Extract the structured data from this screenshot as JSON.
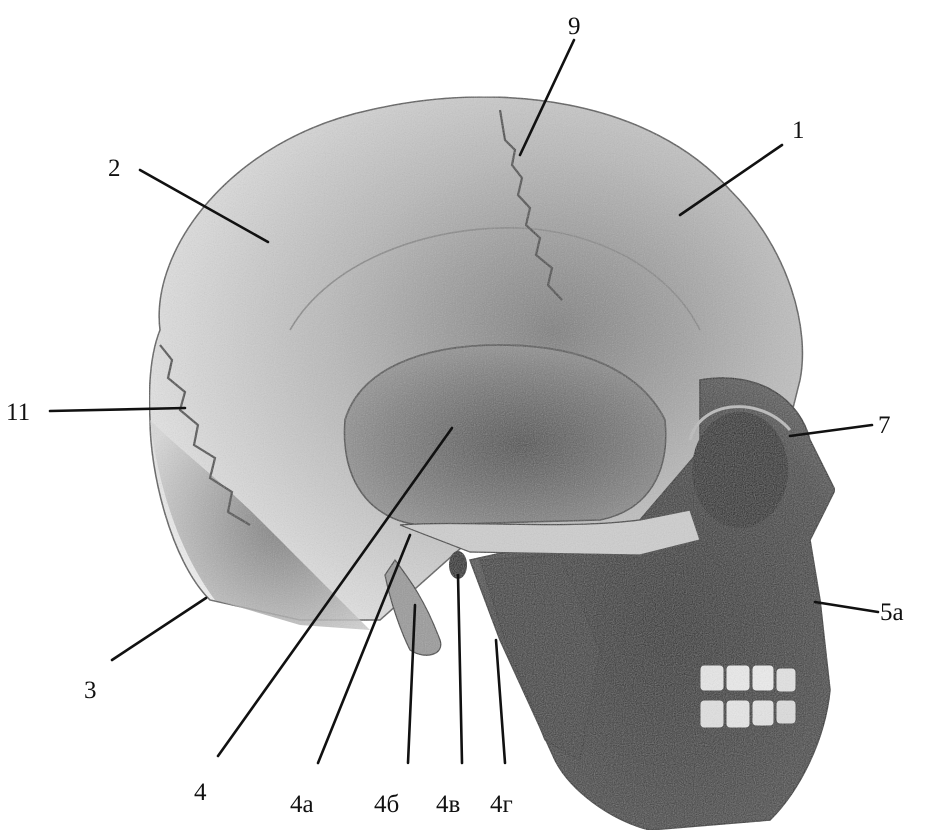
{
  "labels": {
    "1": "1",
    "2": "2",
    "3": "3",
    "4": "4",
    "4a": "4а",
    "4b": "4б",
    "4v": "4в",
    "4g": "4г",
    "5a": "5а",
    "7": "7",
    "9": "9",
    "11": "11"
  },
  "colors": {
    "ink": "#111111",
    "bone_light": "#efefef",
    "bone_mid": "#9a9a9a",
    "bone_dark": "#3a3a3a",
    "face_dark": "#2a2a2a"
  }
}
